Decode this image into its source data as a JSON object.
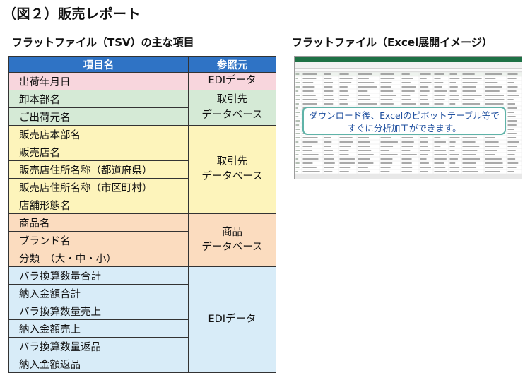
{
  "title": "（図２）販売レポート",
  "left_heading": "フラットファイル（TSV）の主な項目",
  "right_heading": "フラットファイル（Excel展開イメージ）",
  "table": {
    "header_item": "項目名",
    "header_source": "参照元",
    "groups": [
      {
        "color": "#f8d6dd",
        "items": [
          "出荷年月日"
        ],
        "source": "EDIデータ"
      },
      {
        "color": "#d5ead6",
        "items": [
          "卸本部名",
          "ご出荷元名"
        ],
        "source_lines": [
          "取引先",
          "データベース"
        ]
      },
      {
        "color": "#fdf4bb",
        "items": [
          "販売店本部名",
          "販売店名",
          "販売店住所名称（都道府県）",
          "販売店住所名称（市区町村）",
          "店舗形態名"
        ],
        "source_lines": [
          "取引先",
          "データベース"
        ]
      },
      {
        "color": "#fbdcbf",
        "items": [
          "商品名",
          "ブランド名",
          "分類　（大・中・小）"
        ],
        "source_lines": [
          "商品",
          "データベース"
        ]
      },
      {
        "color": "#d8ecf8",
        "items": [
          "バラ換算数量合計",
          "納入金額合計",
          "バラ換算数量売上",
          "納入金額売上",
          "バラ換算数量返品",
          "納入金額返品"
        ],
        "source": "EDIデータ"
      }
    ]
  },
  "callout": {
    "line1": "ダウンロード後、Excelのピボットテーブル等で",
    "line2": "すぐに分析加工ができます。"
  },
  "colors": {
    "header_blue": "#2f73c5",
    "excel_green": "#1e7145",
    "callout_border": "#5fb3a8",
    "callout_text": "#1d4e9e"
  }
}
